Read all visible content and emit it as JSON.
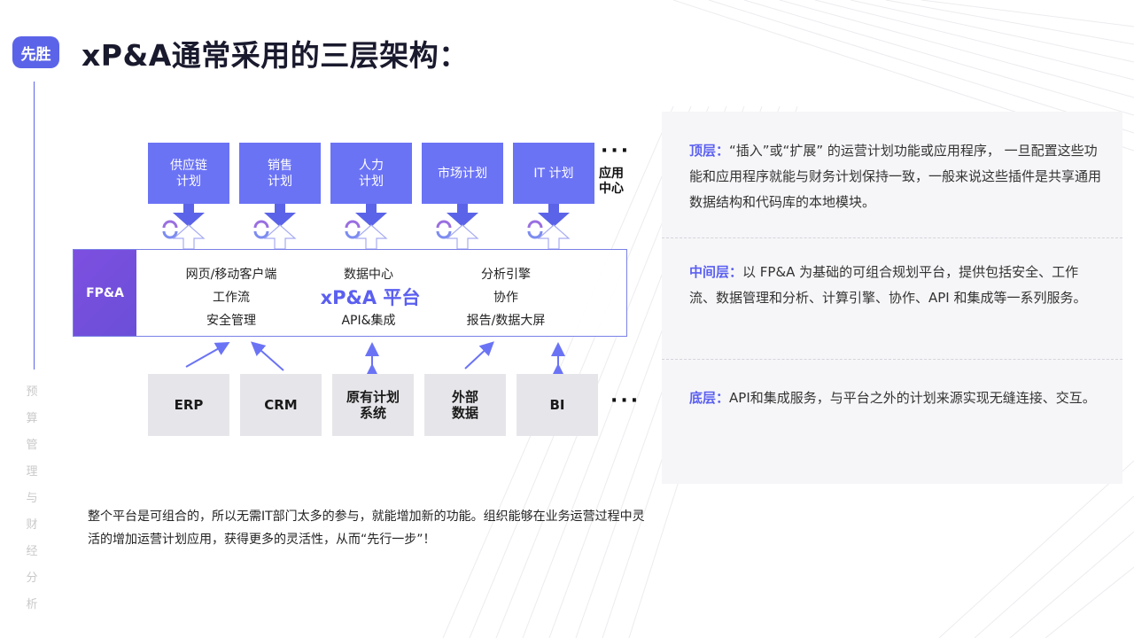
{
  "brand": {
    "logo_text": "先胜",
    "side_text": [
      "预",
      "算",
      "管",
      "理",
      "与",
      "财",
      "经",
      "分",
      "析"
    ]
  },
  "title": "xP&A通常采用的三层架构：",
  "diagram": {
    "apps": [
      "供应链\n计划",
      "销售\n计划",
      "人力\n计划",
      "市场计划",
      "IT 计划"
    ],
    "apps_more": "···",
    "app_center_label": "应用\n中心",
    "platform": {
      "left_label": "FP&A",
      "name": "xP&A 平台",
      "col1": [
        "网页/移动客户端",
        "工作流",
        "安全管理"
      ],
      "col2": [
        "数据中心",
        "API&集成"
      ],
      "col3": [
        "分析引擎",
        "协作",
        "报告/数据大屏"
      ]
    },
    "sources": [
      "ERP",
      "CRM",
      "原有计划\n系统",
      "外部\n数据",
      "BI"
    ],
    "sources_more": "···"
  },
  "note": "整个平台是可组合的，所以无需IT部门太多的参与，就能增加新的功能。组织能够在业务运营过程中灵活的增加运营计划应用，获得更多的灵活性，从而“先行一步”！",
  "layers": [
    {
      "label": "顶层：",
      "text": "“插入”或“扩展” 的运营计划功能或应用程序， 一旦配置这些功能和应用程序就能与财务计划保持一致，一般来说这些插件是共享通用数据结构和代码库的本地模块。"
    },
    {
      "label": "中间层：",
      "text": "以 FP&A 为基础的可组合规划平台，提供包括安全、工作流、数据管理和分析、计算引擎、协作、API 和集成等一系列服务。"
    },
    {
      "label": "底层：",
      "text": "API和集成服务，与平台之外的计划来源实现无缝连接、交互。"
    }
  ],
  "colors": {
    "accent": "#5b64e8",
    "app_box": "#6b73f5",
    "platform_label": "#7d4fe0",
    "source_box": "#e6e6ea"
  }
}
